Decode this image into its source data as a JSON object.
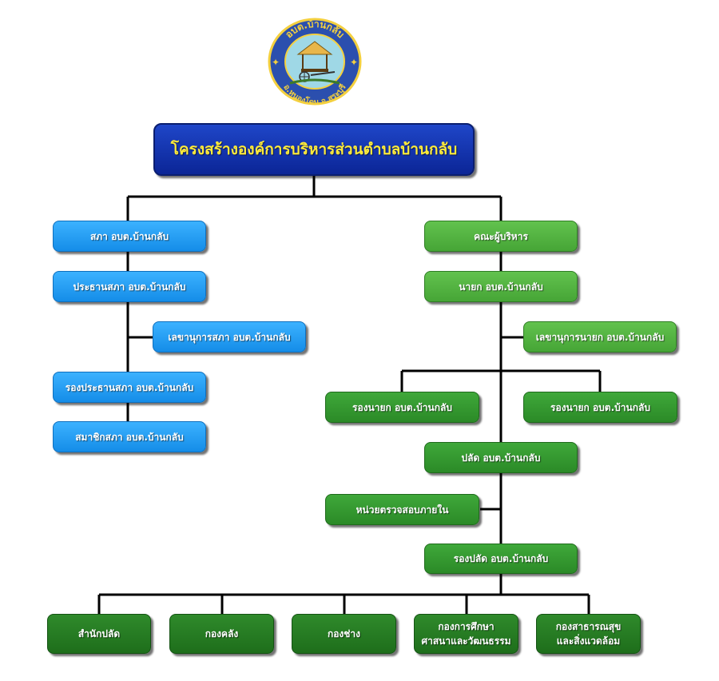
{
  "logo": {
    "top_text": "อบต.บ้านกลับ",
    "bottom_text": "อ.หนองโดน  จ.สระบุรี",
    "colors": {
      "ring": "#1e3f9e",
      "inner": "#9fd8e6",
      "text": "#f4d03f"
    }
  },
  "title": "โครงสร้างองค์การบริหารส่วนตำบลบ้านกลับ",
  "council": {
    "head": "สภา อบต.บ้านกลับ",
    "president": "ประธานสภา อบต.บ้านกลับ",
    "secretary": "เลขานุการสภา อบต.บ้านกลับ",
    "vice_president": "รองประธานสภา อบต.บ้านกลับ",
    "member": "สมาชิกสภา อบต.บ้านกลับ"
  },
  "executive": {
    "head": "คณะผู้บริหาร",
    "mayor": "นายก อบต.บ้านกลับ",
    "secretary": "เลขานุการนายก อบต.บ้านกลับ",
    "deputy_left": "รองนายก อบต.บ้านกลับ",
    "deputy_right": "รองนายก อบต.บ้านกลับ",
    "clerk": "ปลัด อบต.บ้านกลับ",
    "audit": "หน่วยตรวจสอบภายใน",
    "deputy_clerk": "รองปลัด อบต.บ้านกลับ"
  },
  "divisions": [
    {
      "line1": "สำนักปลัด",
      "line2": ""
    },
    {
      "line1": "กองคลัง",
      "line2": ""
    },
    {
      "line1": "กองช่าง",
      "line2": ""
    },
    {
      "line1": "กองการศึกษา",
      "line2": "ศาสนาและวัฒนธรรม"
    },
    {
      "line1": "กองสาธารณสุข",
      "line2": "และสิ่งแวดล้อม"
    }
  ],
  "colors": {
    "title_bg": "#0b2596",
    "title_text": "#ffeb3b",
    "council_blue": "#1f9cf5",
    "exec_green_light": "#52b541",
    "exec_green_mid": "#35992f",
    "division_green": "#267c22",
    "connector": "#000000"
  }
}
